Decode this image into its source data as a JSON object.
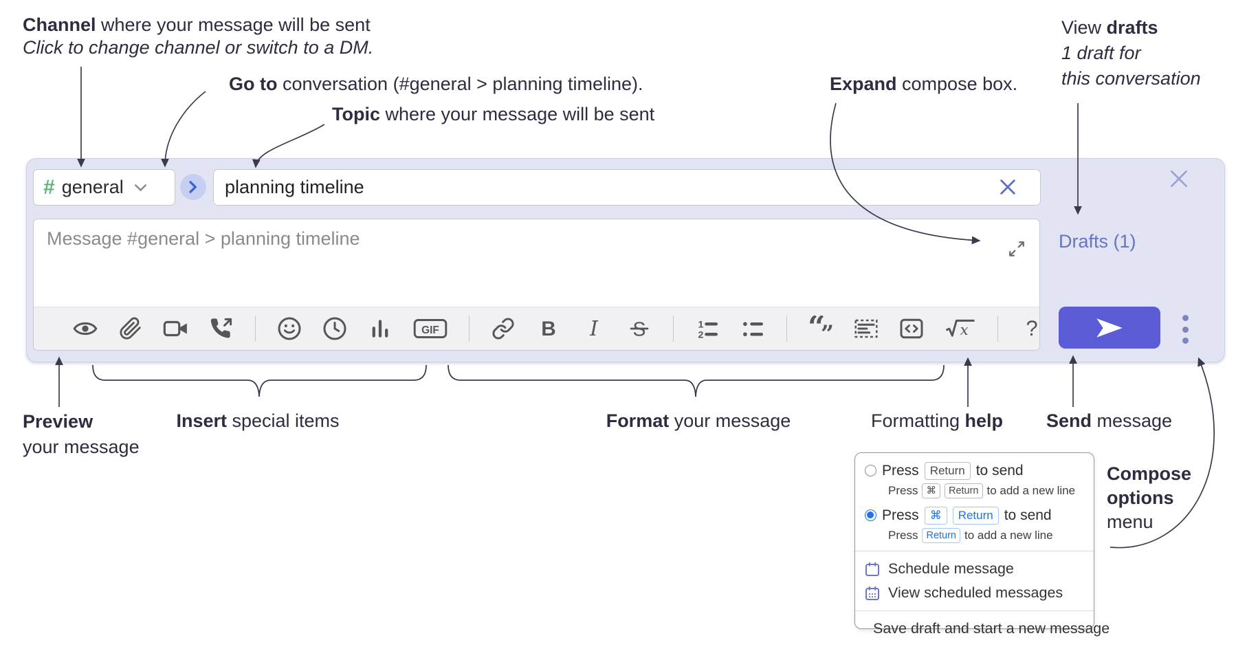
{
  "annotations": {
    "channel_line1_bold": "Channel",
    "channel_line1_rest": " where your message will be sent",
    "channel_line2": "Click to change channel or switch to a DM.",
    "goto_bold": "Go to",
    "goto_rest": " conversation (#general > planning timeline).",
    "topic_bold": "Topic",
    "topic_rest": " where your message will be sent",
    "expand_bold": "Expand",
    "expand_rest": " compose box.",
    "drafts_pre": "View ",
    "drafts_bold": "drafts",
    "drafts_line2": "1 draft for",
    "drafts_line3": "this conversation",
    "preview_bold": "Preview",
    "preview_line2": "your message",
    "insert_bold": "Insert",
    "insert_rest": " special items",
    "format_bold": "Format",
    "format_rest": " your message",
    "help_pre": "Formatting ",
    "help_bold": "help",
    "send_bold": "Send",
    "send_rest": " message",
    "compose_options_line1": "Compose",
    "compose_options_line2": "options",
    "compose_options_line3": "menu"
  },
  "compose": {
    "channel": {
      "hash": "#",
      "name": "general"
    },
    "topic": {
      "value": "planning timeline"
    },
    "message": {
      "placeholder": "Message #general > planning timeline"
    },
    "drafts_link": "Drafts (1)",
    "toolbar_icons": [
      "preview-eye",
      "attach-paperclip",
      "video-call",
      "voice-call",
      "emoji",
      "add-global-time",
      "poll",
      "gif",
      "link",
      "bold",
      "italic",
      "strikethrough",
      "numbered-list",
      "bulleted-list",
      "quote",
      "spoiler",
      "code",
      "math-latex",
      "help"
    ],
    "gif_label": "GIF",
    "send_icon": "paper-plane-send-icon",
    "options_icon": "vertical-ellipsis-icon",
    "expand_icon": "expand-diagonal-arrows-icon",
    "close_icon": "close-x-icon"
  },
  "popup": {
    "row1": {
      "press": "Press",
      "key1": "Return",
      "tail": "to send"
    },
    "row1sub": {
      "press": "Press",
      "key1": "⌘",
      "key2": "Return",
      "tail": "to add a new line"
    },
    "row2": {
      "press": "Press",
      "key1": "⌘",
      "key2": "Return",
      "tail": "to send"
    },
    "row2sub": {
      "press": "Press",
      "key1": "Return",
      "tail": "to add a new line"
    },
    "item1": "Schedule message",
    "item2": "View scheduled messages",
    "item3": "Save draft and start a new message"
  },
  "colors": {
    "compose_background": "#e2e4f3",
    "send_button": "#5b5bd6",
    "drafts_link": "#6674c1",
    "channel_hash_green": "#62b578",
    "go_chevron_blue": "#3b63d8",
    "radio_selected_blue": "#1f74e8",
    "menu_icon_purple": "#6f74cc",
    "toolbar_icon_gray": "#565656",
    "annotation_ink": "#2d2d3f"
  }
}
